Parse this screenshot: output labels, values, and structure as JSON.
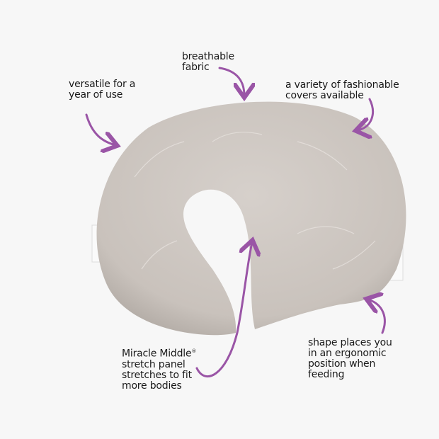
{
  "colors": {
    "background": "#f7f7f7",
    "pillow": "#cdc6c1",
    "arrow": "#9a55a6"
  },
  "callouts": {
    "versatile": [
      "versatile for a",
      "year of use"
    ],
    "breathable": [
      "breathable",
      "fabric"
    ],
    "covers": [
      "a variety of fashionable",
      "covers available"
    ],
    "miracle": [
      "Miracle Middle",
      "stretch panel",
      "stretches to fit",
      "more bodies"
    ],
    "miracle_mark": "®",
    "shape": [
      "shape places you",
      "in an ergonomic",
      "position when",
      "feeding"
    ]
  }
}
